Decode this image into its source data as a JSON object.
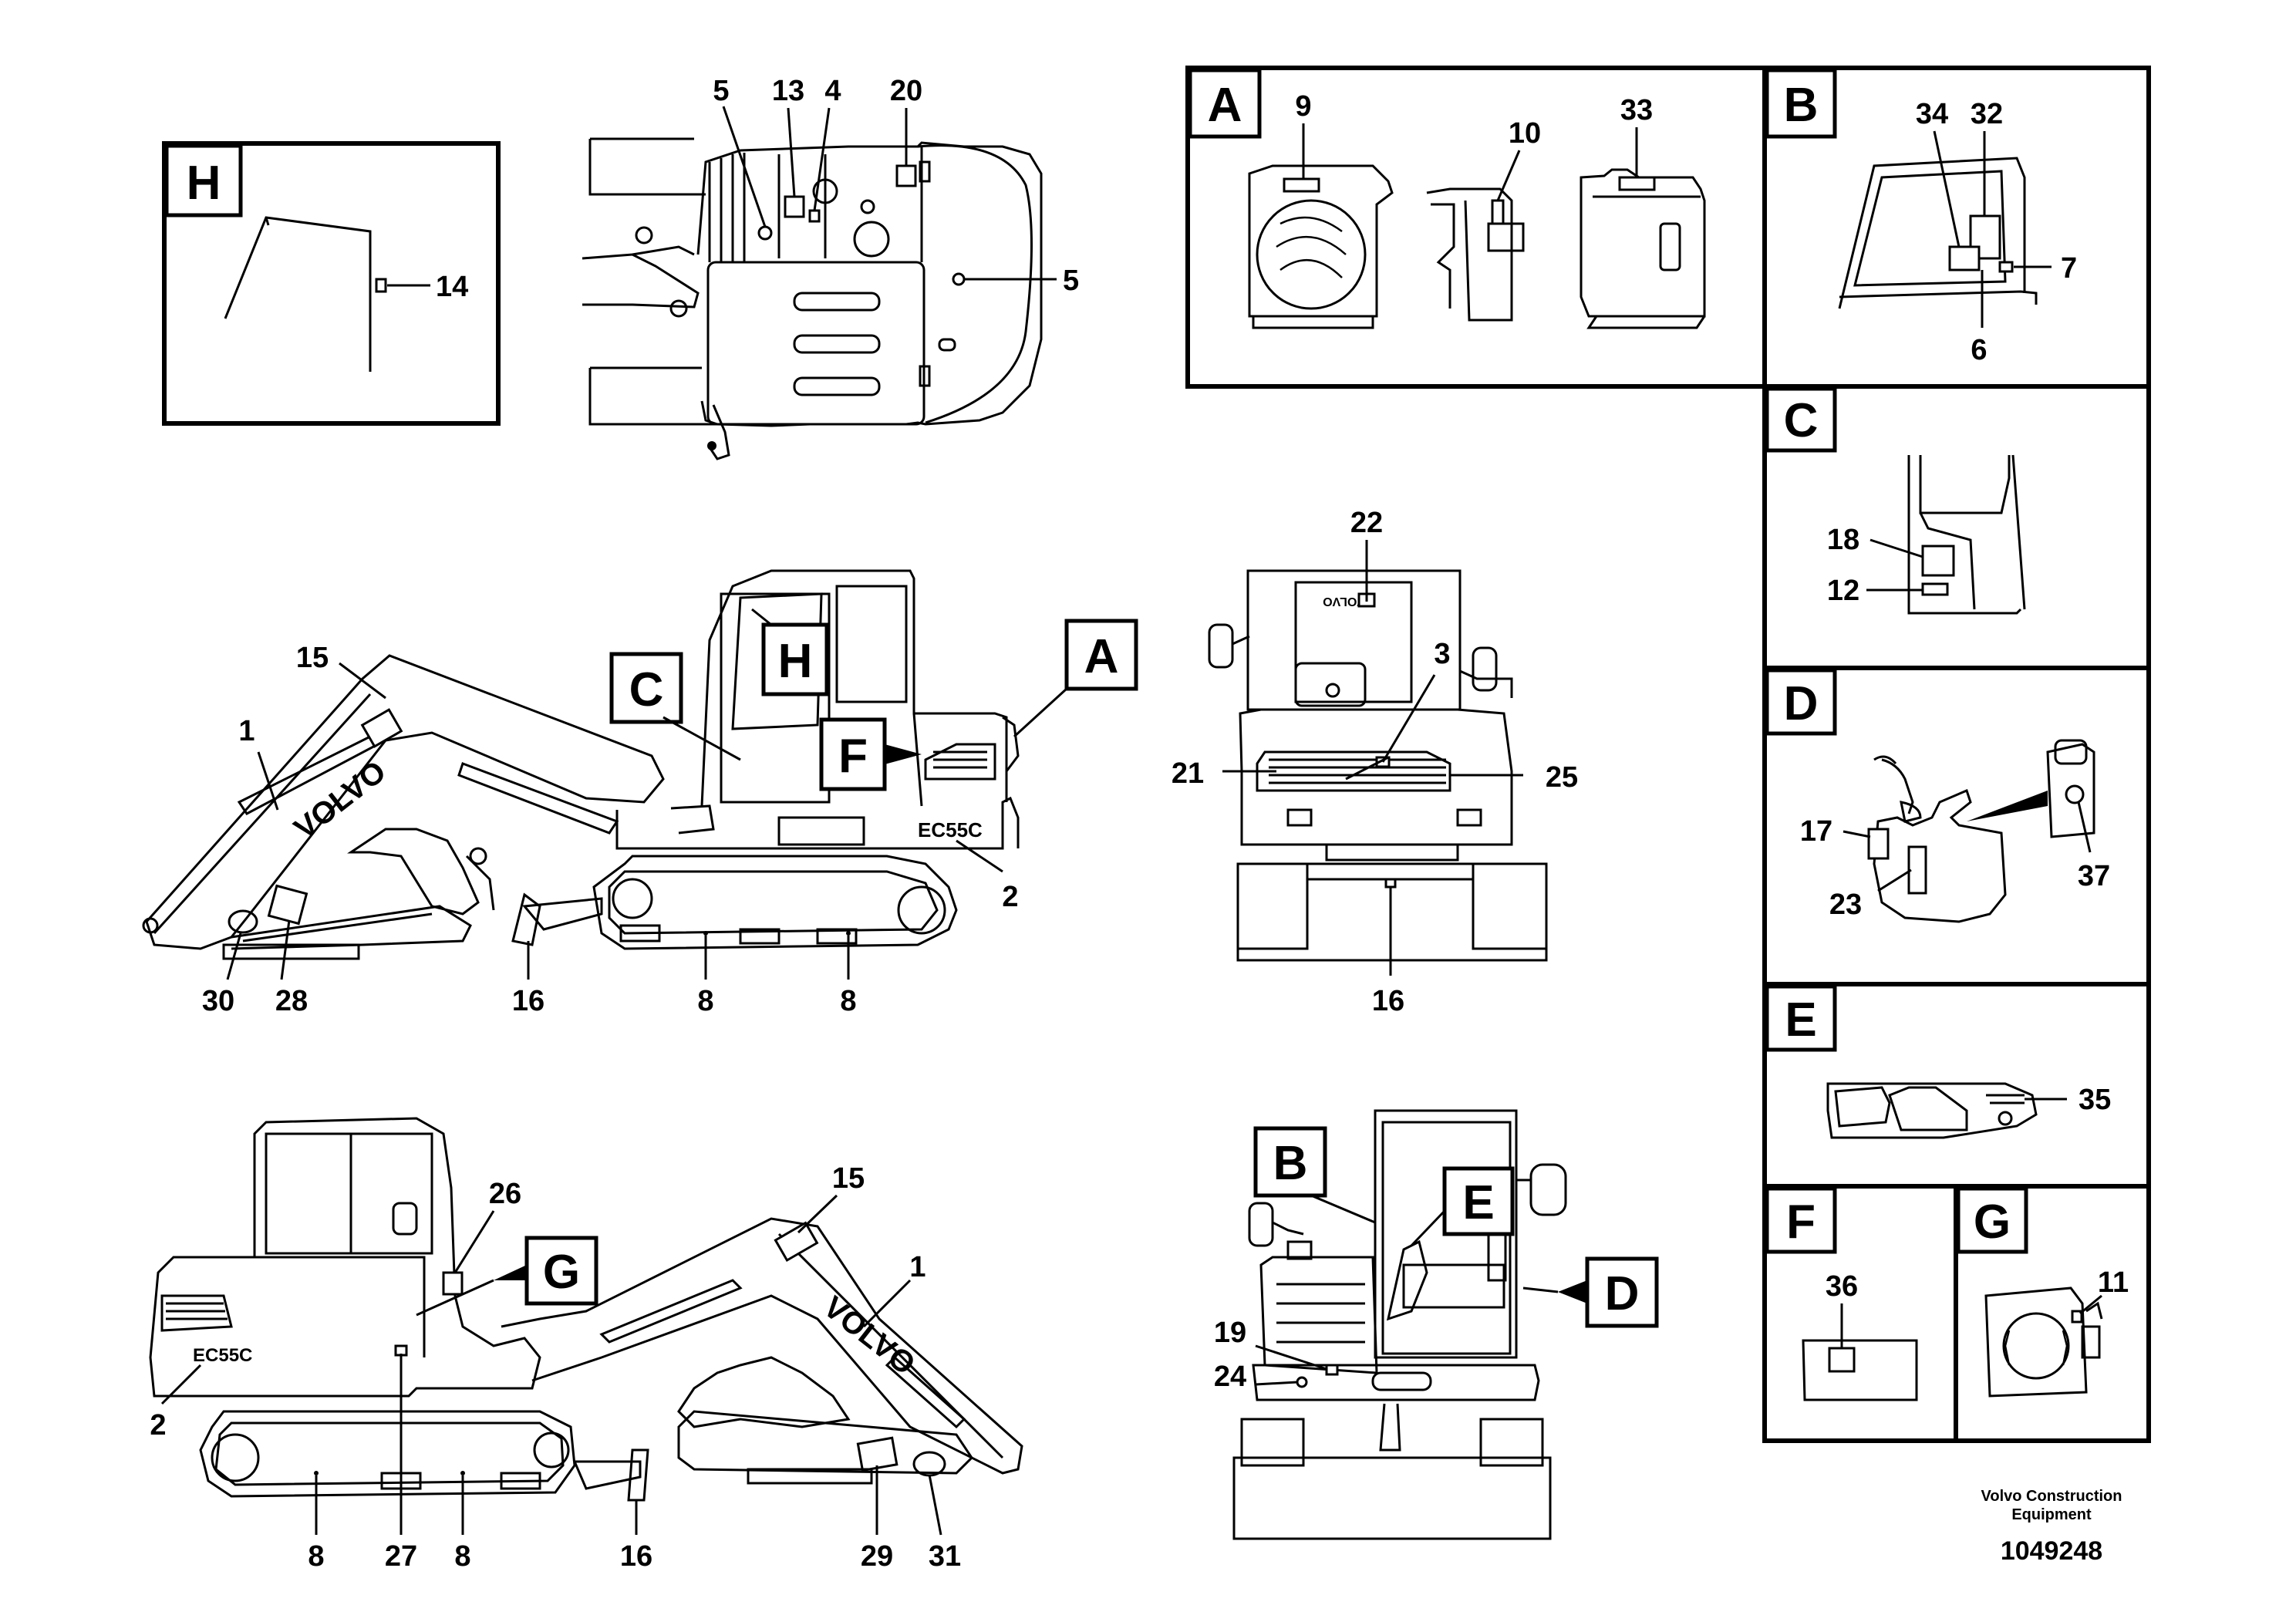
{
  "figure": {
    "manufacturer": "Volvo Construction Equipment",
    "document_number": "1049248",
    "machine_model_mark": "EC55C",
    "brand_mark": "VOLVO"
  },
  "detail_panels": [
    {
      "letter": "H",
      "callouts": [
        "14"
      ]
    },
    {
      "letter": "A",
      "callouts": [
        "9",
        "10",
        "33"
      ]
    },
    {
      "letter": "B",
      "callouts": [
        "34",
        "32",
        "7",
        "6"
      ]
    },
    {
      "letter": "C",
      "callouts": [
        "18",
        "12"
      ]
    },
    {
      "letter": "D",
      "callouts": [
        "17",
        "23",
        "37"
      ]
    },
    {
      "letter": "E",
      "callouts": [
        "35"
      ]
    },
    {
      "letter": "F",
      "callouts": [
        "36"
      ]
    },
    {
      "letter": "G",
      "callouts": [
        "11"
      ]
    }
  ],
  "views": [
    {
      "view": "top",
      "callouts": [
        "5",
        "13",
        "4",
        "20",
        "5"
      ]
    },
    {
      "view": "left-side",
      "callouts": [
        "15",
        "1",
        "30",
        "28",
        "16",
        "8",
        "8",
        "2"
      ],
      "view_letters": [
        "C",
        "H",
        "F",
        "A"
      ]
    },
    {
      "view": "front",
      "callouts": [
        "22",
        "3",
        "21",
        "25",
        "16"
      ]
    },
    {
      "view": "right-side",
      "callouts": [
        "26",
        "15",
        "1",
        "2",
        "8",
        "27",
        "8",
        "16",
        "29",
        "31"
      ],
      "view_letters": [
        "G"
      ]
    },
    {
      "view": "rear",
      "callouts": [
        "19",
        "24"
      ],
      "view_letters": [
        "B",
        "E",
        "D"
      ]
    }
  ]
}
